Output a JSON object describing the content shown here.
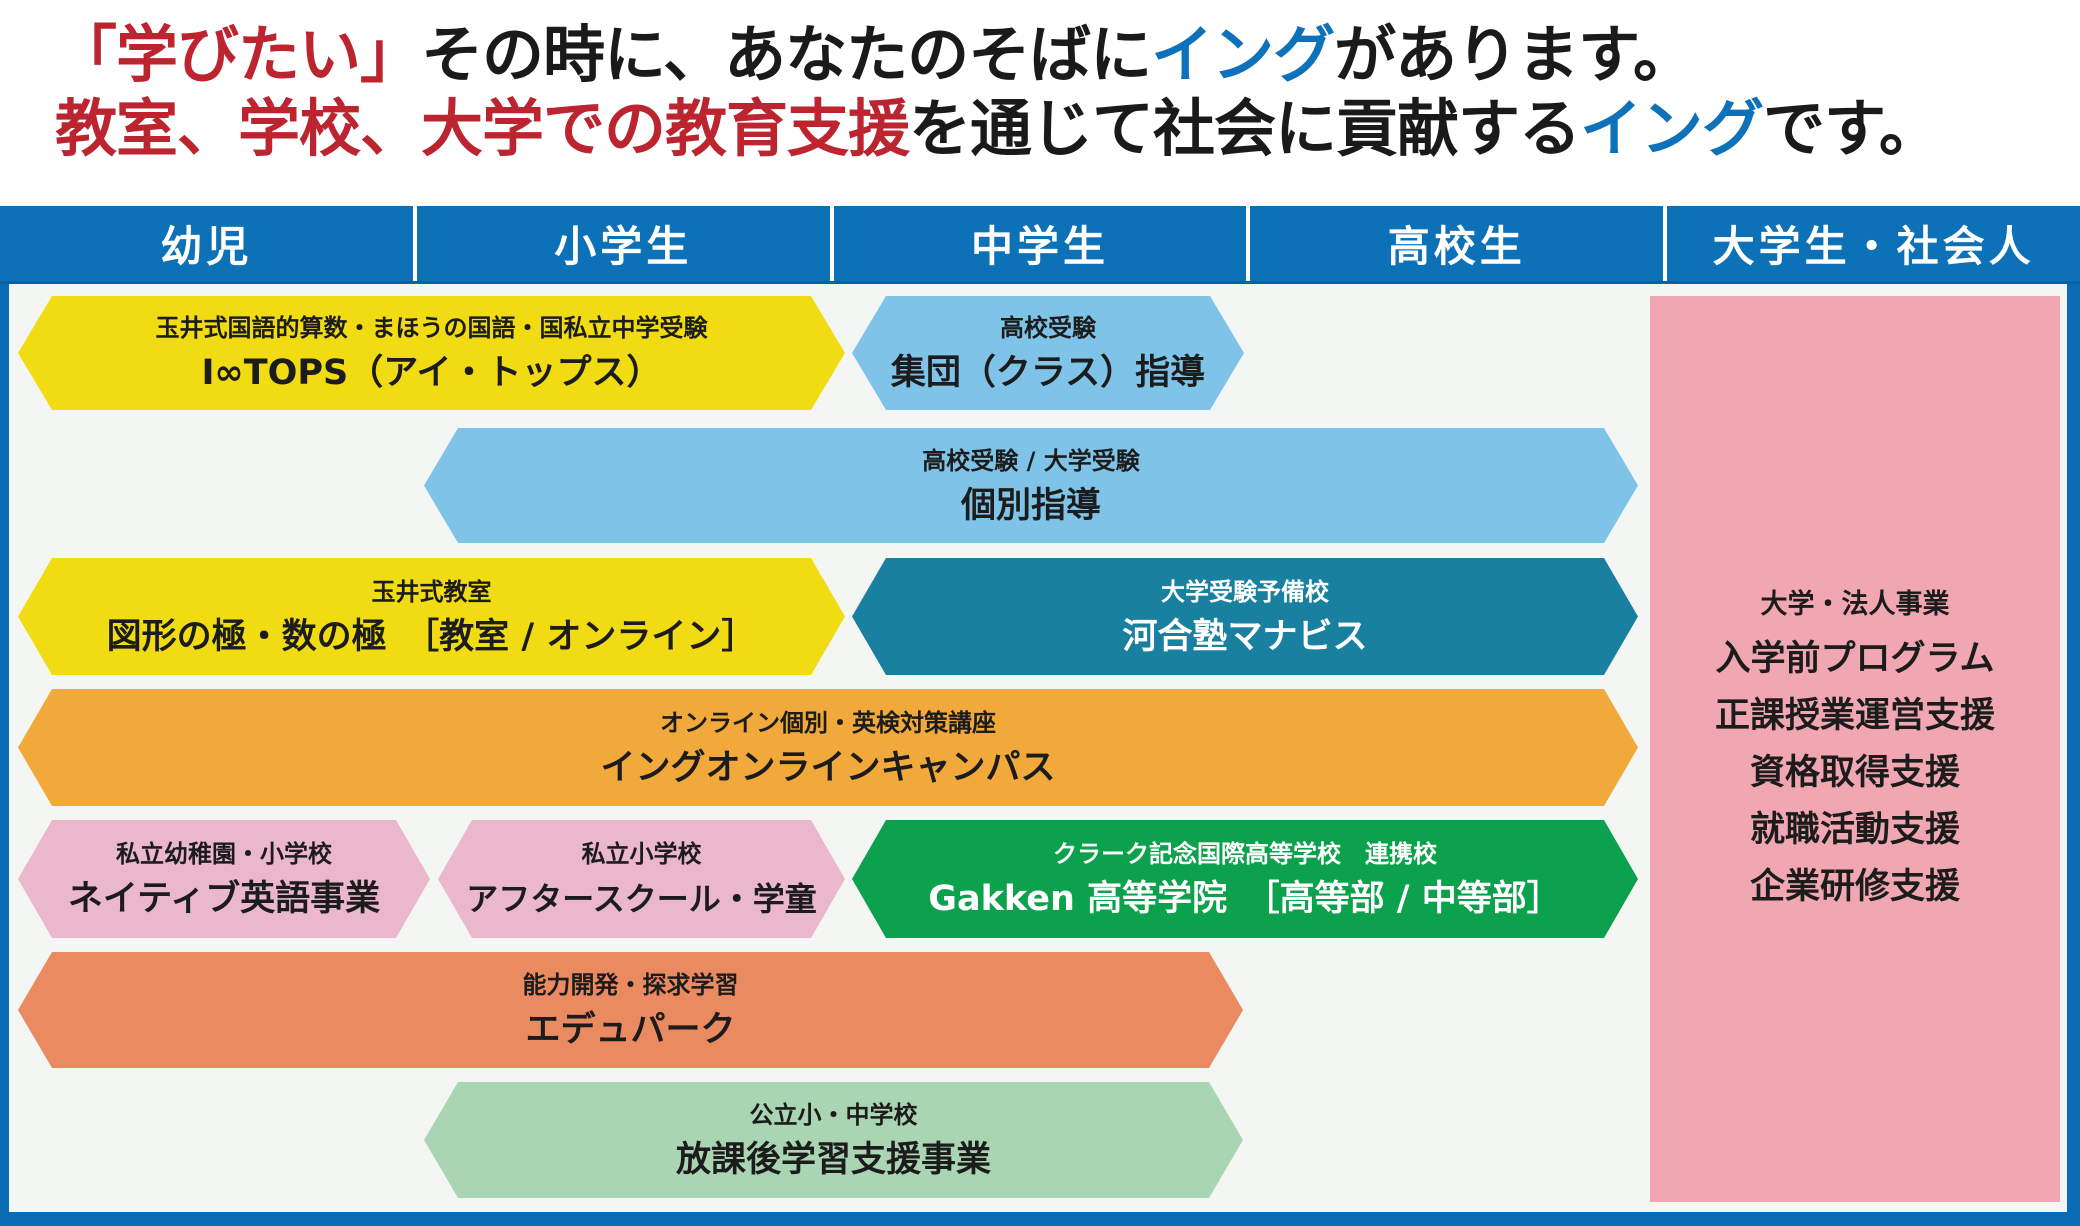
{
  "title": {
    "line1_part1": "「学びたい」",
    "line1_part2": "その時に、あなたのそばに",
    "line1_part3": "イング",
    "line1_part4": "があります。",
    "line2_part1": "教室、学校、大学での教育支援",
    "line2_part2": "を通じて社会に貢献する",
    "line2_part3": "イング",
    "line2_part4": "です。"
  },
  "header": {
    "columns": [
      {
        "label": "幼児"
      },
      {
        "label": "小学生"
      },
      {
        "label": "中学生"
      },
      {
        "label": "高校生"
      },
      {
        "label": "大学生・社会人"
      }
    ],
    "color": "#0d71b8"
  },
  "bars": [
    {
      "subtitle": "玉井式国語的算数・まほうの国語・国私立中学受験",
      "title": "I∞TOPS（アイ・トップス）",
      "color": "#f1db12"
    },
    {
      "subtitle": "高校受験",
      "title": "集団（クラス）指導",
      "color": "#7fc4e8"
    },
    {
      "subtitle": "高校受験 / 大学受験",
      "title": "個別指導",
      "color": "#7fc4e8"
    },
    {
      "subtitle": "玉井式教室",
      "title": "図形の極・数の極　［教室 / オンライン］",
      "color": "#f1db12"
    },
    {
      "subtitle": "大学受験予備校",
      "title": "河合塾マナビス",
      "color": "#1a80a0"
    },
    {
      "subtitle": "オンライン個別・英検対策講座",
      "title": "イングオンラインキャンパス",
      "color": "#f2a93c"
    },
    {
      "subtitle": "私立幼稚園・小学校",
      "title": "ネイティブ英語事業",
      "color": "#eab7cd"
    },
    {
      "subtitle": "私立小学校",
      "title": "アフタースクール・学童",
      "color": "#eab7cd"
    },
    {
      "subtitle": "クラーク記念国際高等学校　連携校",
      "title": "Gakken 高等学院　［高等部 / 中等部］",
      "color": "#0ca24d"
    },
    {
      "subtitle": "能力開発・探求学習",
      "title": "エデュパーク",
      "color": "#e98a61"
    },
    {
      "subtitle": "公立小・中学校",
      "title": "放課後学習支援事業",
      "color": "#aad5b3"
    }
  ],
  "panel": {
    "subtitle": "大学・法人事業",
    "items": [
      "入学前プログラム",
      "正課授業運営支援",
      "資格取得支援",
      "就職活動支援",
      "企業研修支援"
    ],
    "color": "#f0a7b1"
  },
  "colors": {
    "header_blue": "#0d71b8",
    "frame_blue": "#0a6cb4",
    "accent_red": "#bc2430",
    "accent_blue": "#0d72ba",
    "board_bg": "#f4f6f4"
  }
}
